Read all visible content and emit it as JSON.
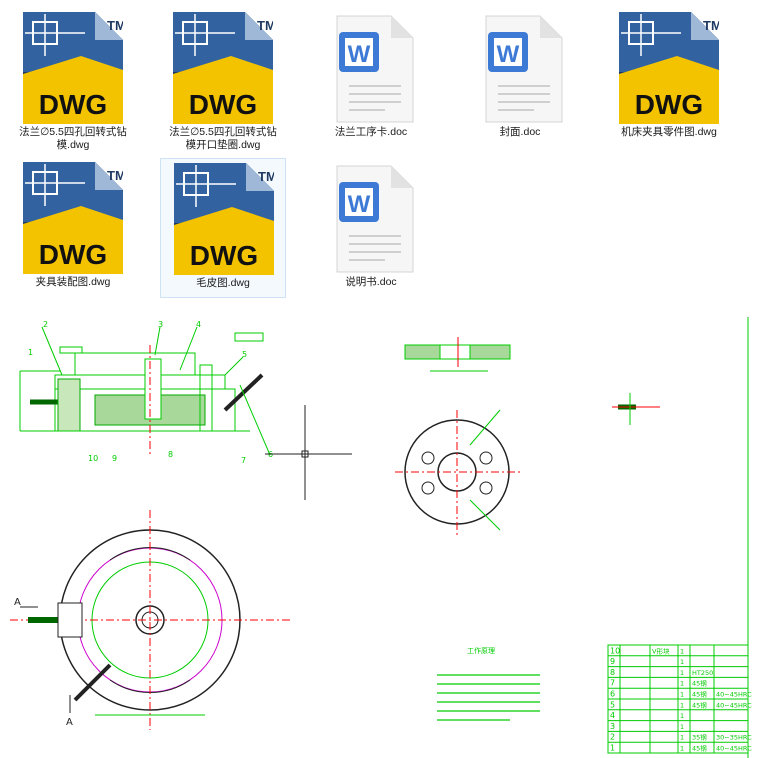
{
  "files": [
    {
      "name": "法兰∅5.5四孔回转式钻模.dwg",
      "type": "dwg",
      "selected": false
    },
    {
      "name": "法兰∅5.5四孔回转式钻模开口垫圈.dwg",
      "type": "dwg",
      "selected": false
    },
    {
      "name": "法兰工序卡.doc",
      "type": "doc",
      "selected": false
    },
    {
      "name": "封面.doc",
      "type": "doc",
      "selected": false
    },
    {
      "name": "机床夹具零件图.dwg",
      "type": "dwg",
      "selected": false
    },
    {
      "name": "夹具装配图.dwg",
      "type": "dwg",
      "selected": false
    },
    {
      "name": "毛皮图.dwg",
      "type": "dwg",
      "selected": true
    },
    {
      "name": "说明书.doc",
      "type": "doc",
      "selected": false
    }
  ],
  "icon_text": {
    "dwg_badge": "DWG",
    "tm": "TM",
    "word_letter": "W"
  },
  "drawing": {
    "balloons": [
      "1",
      "2",
      "3",
      "4",
      "5",
      "6",
      "7",
      "8",
      "9",
      "10"
    ],
    "section_marks": [
      "A",
      "A"
    ],
    "notes_title": "工作原理",
    "title_block": {
      "rows": [
        {
          "no": "10",
          "code": "",
          "name": "V形块",
          "qty": "1",
          "material": "",
          "remark": ""
        },
        {
          "no": "9",
          "code": "",
          "name": "",
          "qty": "1",
          "material": "",
          "remark": ""
        },
        {
          "no": "8",
          "code": "",
          "name": "",
          "qty": "1",
          "material": "HT250",
          "remark": ""
        },
        {
          "no": "7",
          "code": "",
          "name": "",
          "qty": "1",
          "material": "45钢",
          "remark": ""
        },
        {
          "no": "6",
          "code": "",
          "name": "",
          "qty": "1",
          "material": "45钢",
          "remark": "40~45HRC"
        },
        {
          "no": "5",
          "code": "",
          "name": "",
          "qty": "1",
          "material": "45钢",
          "remark": "40~45HRC"
        },
        {
          "no": "4",
          "code": "",
          "name": "",
          "qty": "1",
          "material": "",
          "remark": ""
        },
        {
          "no": "3",
          "code": "",
          "name": "",
          "qty": "1",
          "material": "",
          "remark": ""
        },
        {
          "no": "2",
          "code": "",
          "name": "",
          "qty": "1",
          "material": "35钢",
          "remark": "30~35HRC"
        },
        {
          "no": "1",
          "code": "",
          "name": "",
          "qty": "1",
          "material": "45钢",
          "remark": "40~45HRC"
        }
      ]
    }
  },
  "colors": {
    "dwg_navy": "#1f3b63",
    "dwg_blue": "#3a72b4",
    "dwg_yellow": "#f3c300",
    "word_blue": "#3d7ad6",
    "cad_green": "#00cc00",
    "cad_red": "#ff0000",
    "cad_magenta": "#cc00cc"
  }
}
